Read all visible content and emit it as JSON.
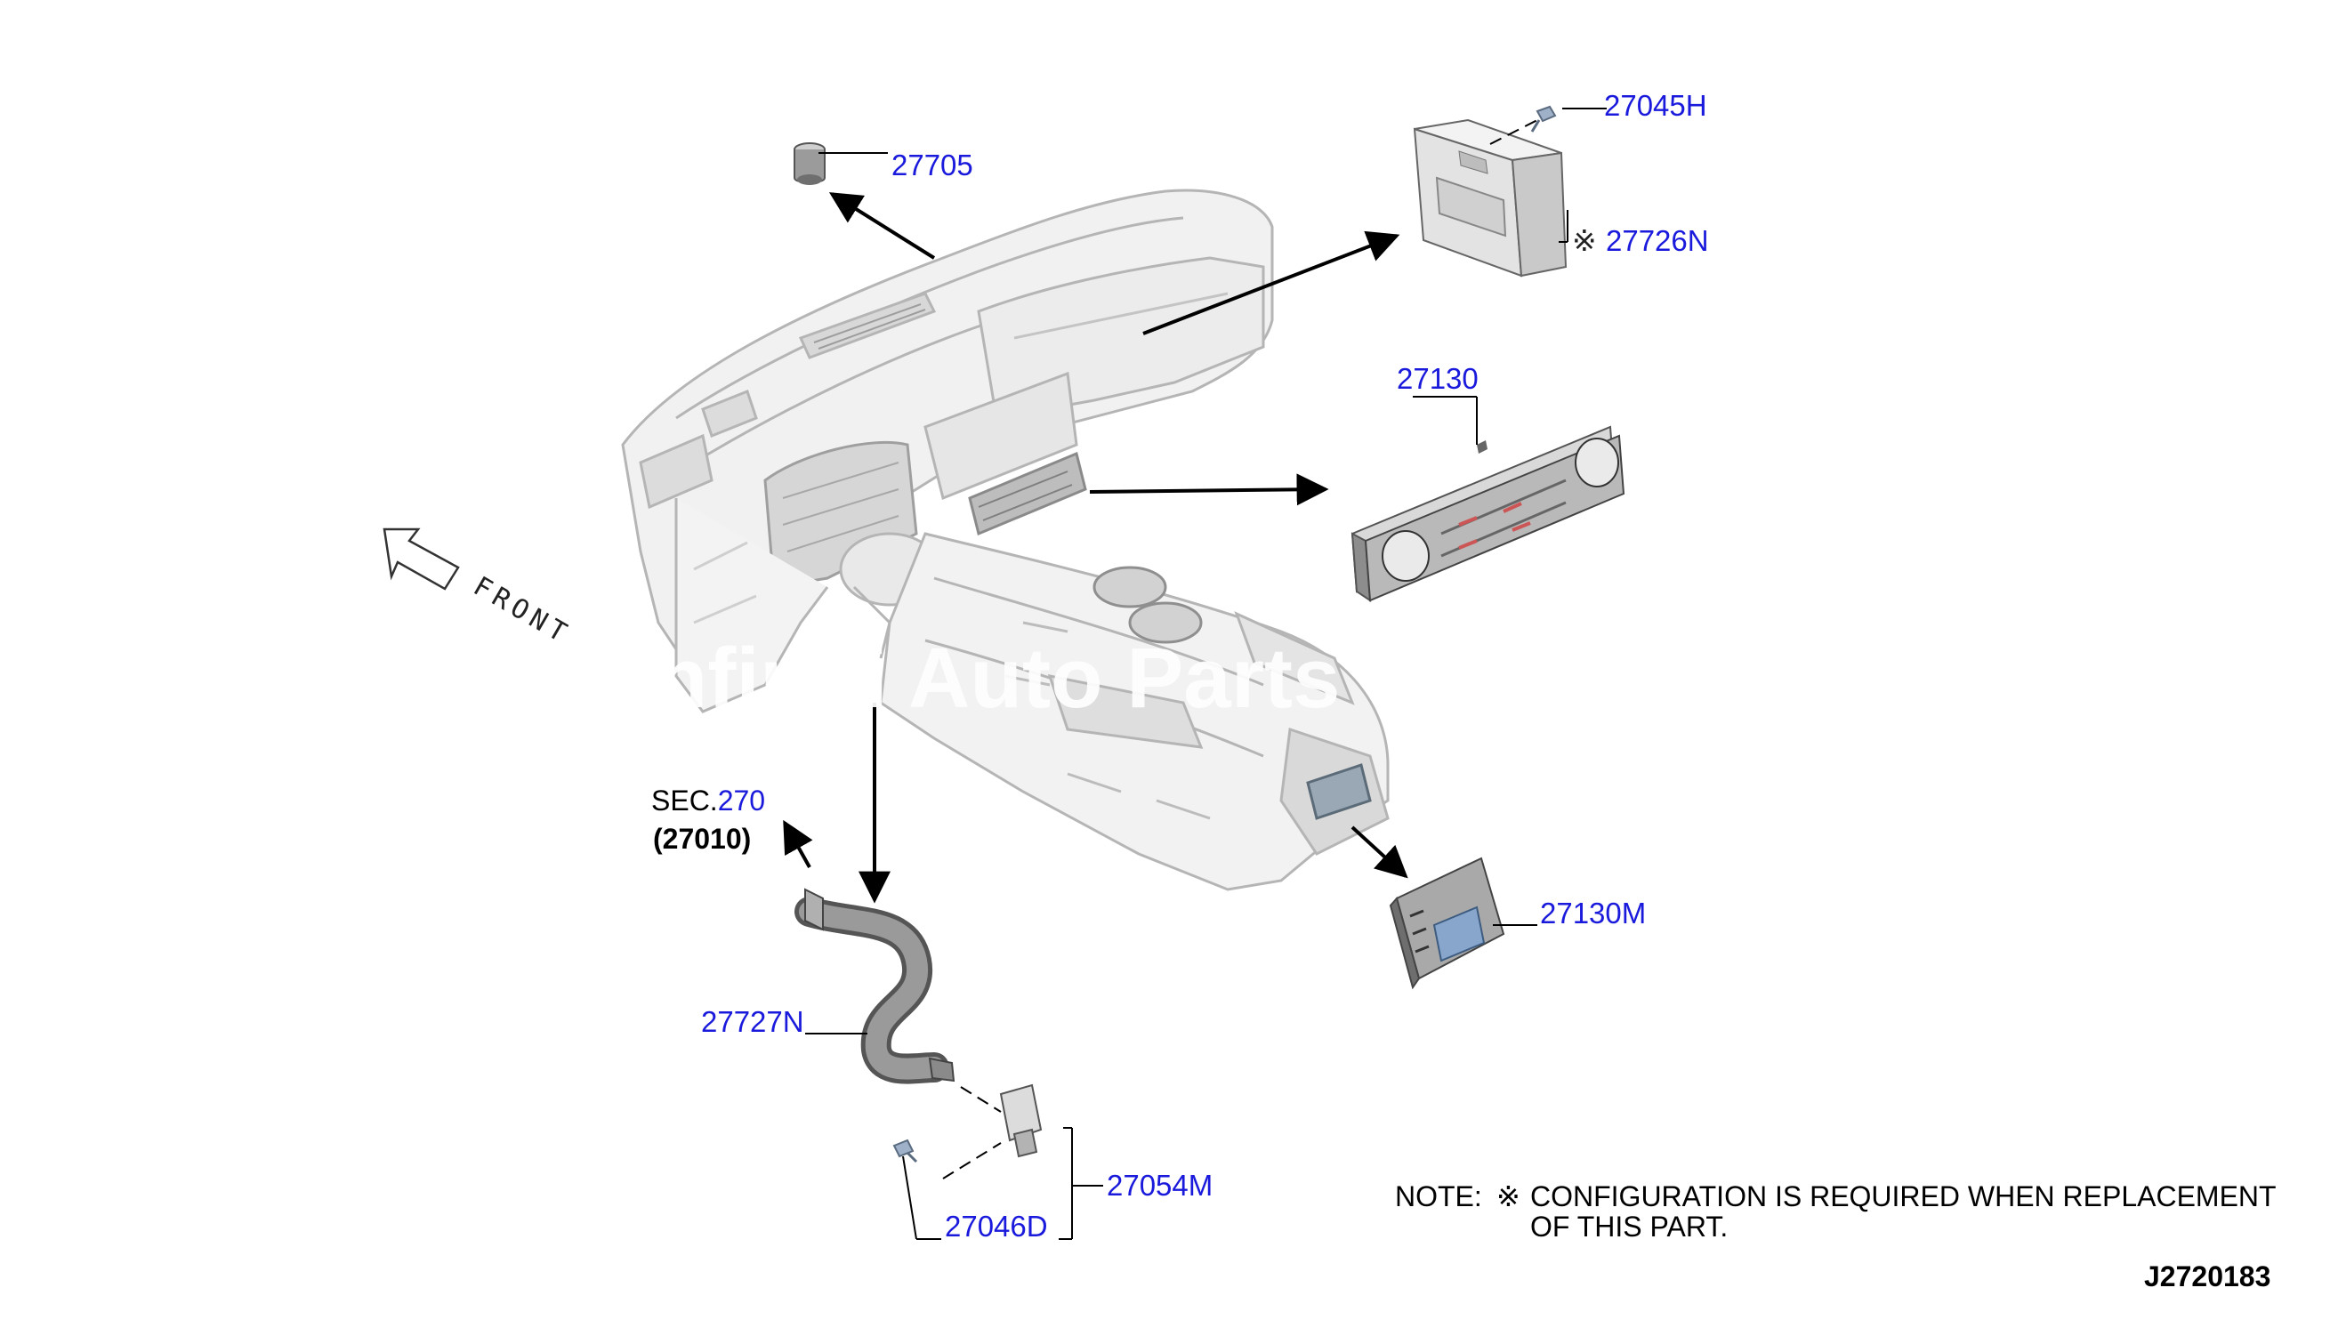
{
  "parts": {
    "p27705": "27705",
    "p27045H": "27045H",
    "p27726N": "27726N",
    "p27130": "27130",
    "p27130M": "27130M",
    "p27727N": "27727N",
    "p27054M": "27054M",
    "p27046D": "27046D"
  },
  "reference_mark": "※",
  "sec_ref": {
    "prefix": "SEC.",
    "number": "270",
    "sub": "(27010)"
  },
  "front_label": "FRONT",
  "note": {
    "label": "NOTE:",
    "mark": "※",
    "line1": "CONFIGURATION IS REQUIRED WHEN REPLACEMENT",
    "line2": "OF THIS PART."
  },
  "diagram_id": "J2720183",
  "watermark": "Infiniti Auto Parts Catalog",
  "colors": {
    "part_link": "#1a1adc",
    "line": "#000000",
    "dashboard": "#bcbcbc"
  }
}
